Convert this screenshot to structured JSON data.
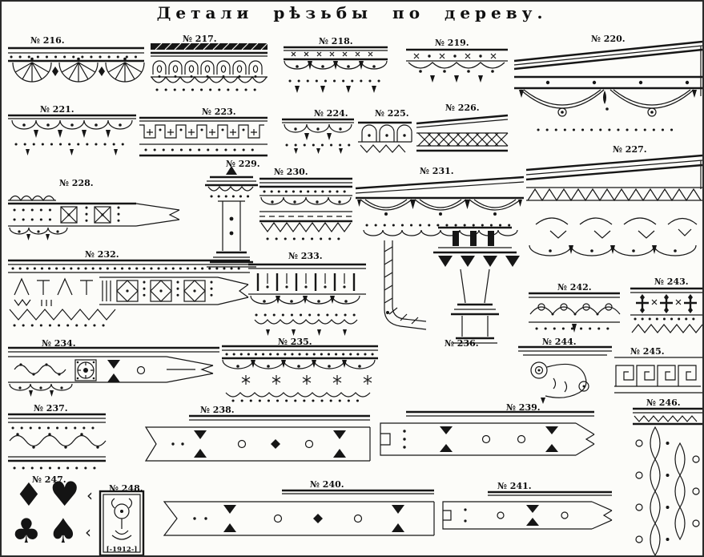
{
  "title": "Детали рѣзьбы по дереву.",
  "labels": {
    "t216": "№ 216.",
    "t217": "№ 217.",
    "t218": "№ 218.",
    "t219": "№ 219.",
    "t220": "№ 220.",
    "t221": "№ 221.",
    "t223": "№ 223.",
    "t224": "№ 224.",
    "t225": "№ 225.",
    "t226": "№ 226.",
    "t227": "№ 227.",
    "t228": "№ 228.",
    "t229": "№ 229.",
    "t230": "№ 230.",
    "t231": "№ 231.",
    "t232": "№ 232.",
    "t233": "№ 233.",
    "t234": "№ 234.",
    "t235": "№ 235.",
    "t236": "№ 236.",
    "t237": "№ 237.",
    "t238": "№ 238.",
    "t239": "№ 239.",
    "t240": "№ 240.",
    "t241": "№ 241.",
    "t242": "№ 242.",
    "t243": "№ 243.",
    "t244": "№ 244.",
    "t245": "№ 245.",
    "t246": "№ 246.",
    "t247": "№ 247.",
    "t248": "№ 248."
  },
  "suits": {
    "diamond": "♦",
    "heart": "♥",
    "club": "♣",
    "spade": "♠",
    "chevron": "‹"
  },
  "emblem": {
    "inscription": "[-1912-]"
  },
  "colors": {
    "ink": "#161616",
    "paper": "#fcfcf9"
  }
}
